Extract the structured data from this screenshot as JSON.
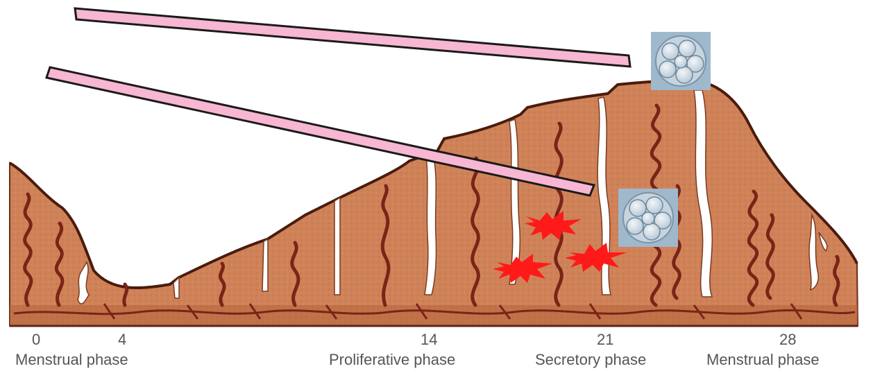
{
  "day_labels": [
    "0",
    "4",
    "14",
    "21",
    "28"
  ],
  "phase_labels": [
    "Menstrual phase",
    "Proliferative phase",
    "Secretory phase",
    "Menstrual phase"
  ],
  "colors": {
    "tissue": "#cf8258",
    "tissue_dark": "#b4643c",
    "vessel": "#7a2418",
    "gland_gap": "#ffffff",
    "pointer_fill": "#f7b6d2",
    "pointer_stroke": "#1a1a1a",
    "starburst": "#ff1a1a",
    "embryo_bg": "#9fb8cc",
    "embryo_cell": "#dfe8ef",
    "label_text": "#555555"
  },
  "icons": [
    "embryo-icon",
    "starburst-icon"
  ]
}
